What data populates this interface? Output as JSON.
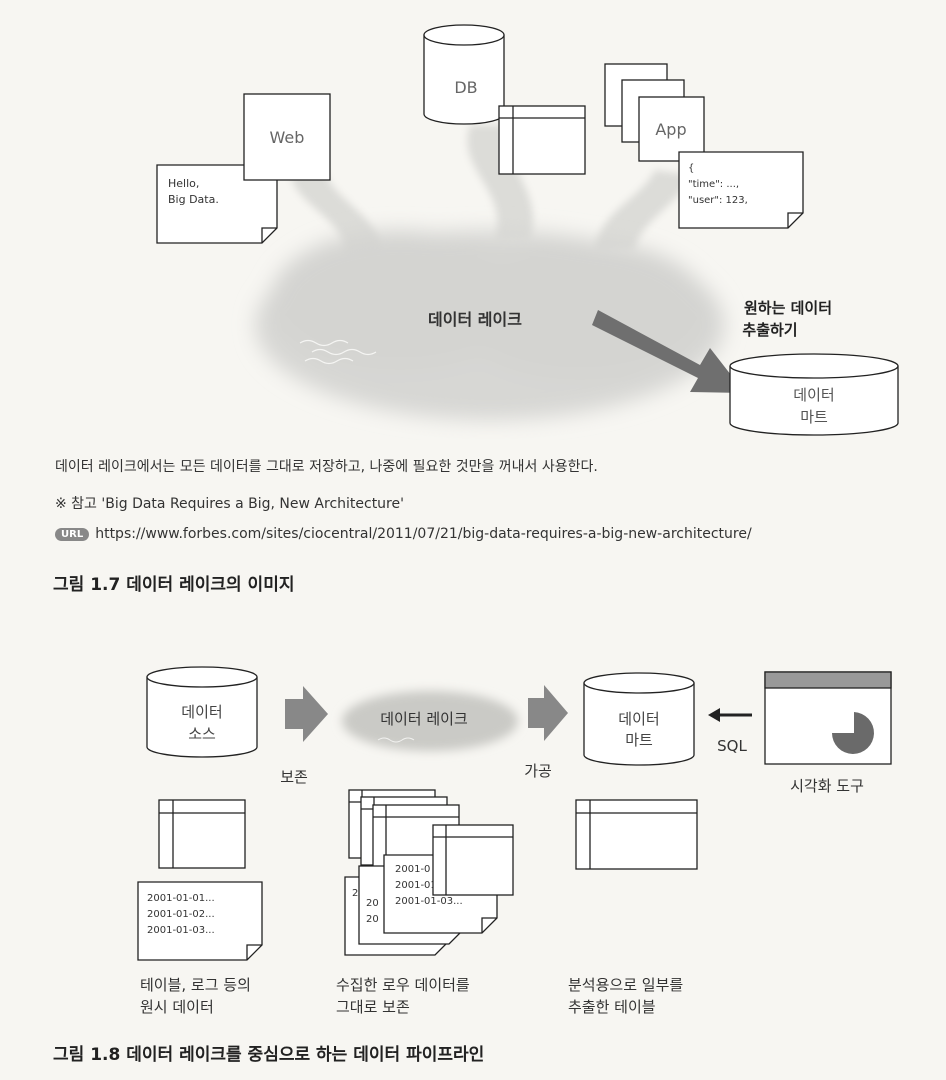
{
  "fig1": {
    "sources": {
      "web": "Web",
      "db": "DB",
      "app": "App",
      "hello_line1": "Hello,",
      "hello_line2": "Big Data.",
      "json_line1": "{",
      "json_line2": "\"time\": ...,",
      "json_line3": "\"user\": 123,"
    },
    "lake_label": "데이터 레이크",
    "extract_line1": "원하는 데이터",
    "extract_line2": "추출하기",
    "mart_line1": "데이터",
    "mart_line2": "마트",
    "description": "데이터 레이크에서는 모든 데이터를 그대로 저장하고, 나중에 필요한 것만을 꺼내서 사용한다.",
    "reference": "※ 참고 'Big Data Requires a Big, New Architecture'",
    "url_badge": "URL",
    "url": "https://www.forbes.com/sites/ciocentral/2011/07/21/big-data-requires-a-big-new-architecture/",
    "caption": "그림 1.7  데이터 레이크의 이미지"
  },
  "fig2": {
    "source_line1": "데이터",
    "source_line2": "소스",
    "preserve": "보존",
    "lake_label": "데이터 레이크",
    "process": "가공",
    "mart_line1": "데이터",
    "mart_line2": "마트",
    "sql": "SQL",
    "viz_label": "시각화 도구",
    "log_rows": [
      "2001-01-01...",
      "2001-01-02...",
      "2001-01-03..."
    ],
    "log_rows_short": [
      "2001-0",
      "2001-01-02...",
      "2001-01-03..."
    ],
    "stack_partial": [
      "2",
      "20",
      "20"
    ],
    "col1_line1": "테이블, 로그 등의",
    "col1_line2": "원시 데이터",
    "col2_line1": "수집한 로우 데이터를",
    "col2_line2": "그대로 보존",
    "col3_line1": "분석용으로 일부를",
    "col3_line2": "추출한 테이블",
    "caption": "그림 1.8  데이터 레이크를 중심으로 하는 데이터 파이프라인"
  }
}
